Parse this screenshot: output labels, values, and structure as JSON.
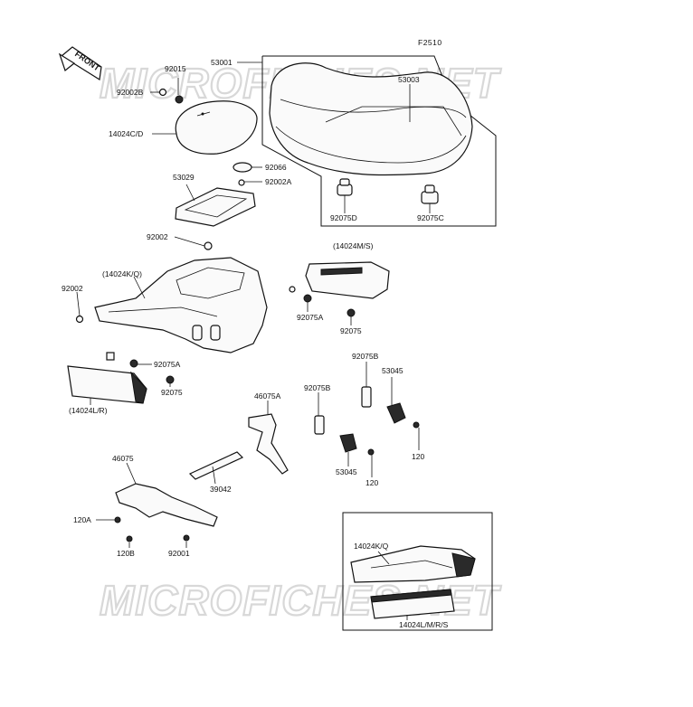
{
  "figure_code": "F2510",
  "front_label": "FRONT",
  "watermark": "MICROFICHES.NET",
  "labels": {
    "p53001": "53001",
    "p53003": "53003",
    "p92015": "92015",
    "p92002B": "92002B",
    "p14024CD": "14024C/D",
    "p92066": "92066",
    "p92002A": "92002A",
    "p53029": "53029",
    "p92075D": "92075D",
    "p92075C": "92075C",
    "p92002_top": "92002",
    "p14024MS": "(14024M/S)",
    "p14024KQ_paren": "(14024K/Q)",
    "p92002_left": "92002",
    "p92075A_right": "92075A",
    "p92075_right": "92075",
    "p92075A_left": "92075A",
    "p92075_left": "92075",
    "p14024LR": "(14024L/R)",
    "p92075B_left": "92075B",
    "p92075B_right": "92075B",
    "p53045_right": "53045",
    "p46075A": "46075A",
    "p120_right": "120",
    "p53045_left": "53045",
    "p120_mid": "120",
    "p46075": "46075",
    "p39042": "39042",
    "p120A": "120A",
    "p120B": "120B",
    "p92001": "92001",
    "p14024KQ_inset": "14024K/Q",
    "p14024LMRS": "14024L/M/R/S"
  }
}
